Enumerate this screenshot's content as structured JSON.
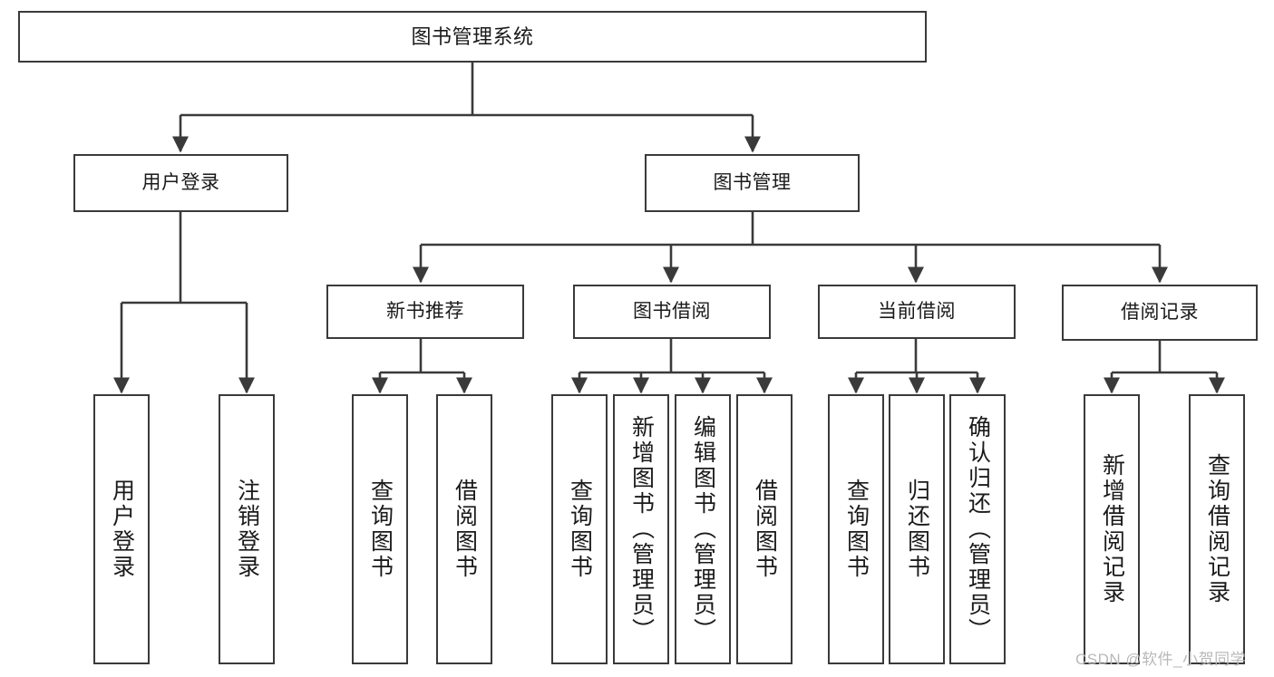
{
  "diagram": {
    "title": "图书管理系统",
    "type": "tree",
    "orientation": "top-down",
    "watermark": "CSDN @软件_小贺同学",
    "colors": {
      "line": "#3a3a3a",
      "box_border": "#3a3a3a",
      "box_fill": "#ffffff",
      "text": "#1a1a1a",
      "watermark": "#b9b9b9"
    },
    "root": {
      "label": "图书管理系统"
    },
    "level2": [
      {
        "label": "用户登录"
      },
      {
        "label": "图书管理"
      }
    ],
    "level3": [
      {
        "label": "新书推荐"
      },
      {
        "label": "图书借阅"
      },
      {
        "label": "当前借阅"
      },
      {
        "label": "借阅记录"
      }
    ],
    "leaves": {
      "user_login": [
        {
          "label": "用户登录"
        },
        {
          "label": "注销登录"
        }
      ],
      "new_book_recommend": [
        {
          "label": "查询图书"
        },
        {
          "label": "借阅图书"
        }
      ],
      "book_borrow": [
        {
          "label": "查询图书"
        },
        {
          "label": "新增图书（管理员）"
        },
        {
          "label": "编辑图书（管理员）"
        },
        {
          "label": "借阅图书"
        }
      ],
      "current_borrow": [
        {
          "label": "查询图书"
        },
        {
          "label": "归还图书"
        },
        {
          "label": "确认归还（管理员）"
        }
      ],
      "borrow_record": [
        {
          "label": "新增借阅记录"
        },
        {
          "label": "查询借阅记录"
        }
      ]
    }
  }
}
